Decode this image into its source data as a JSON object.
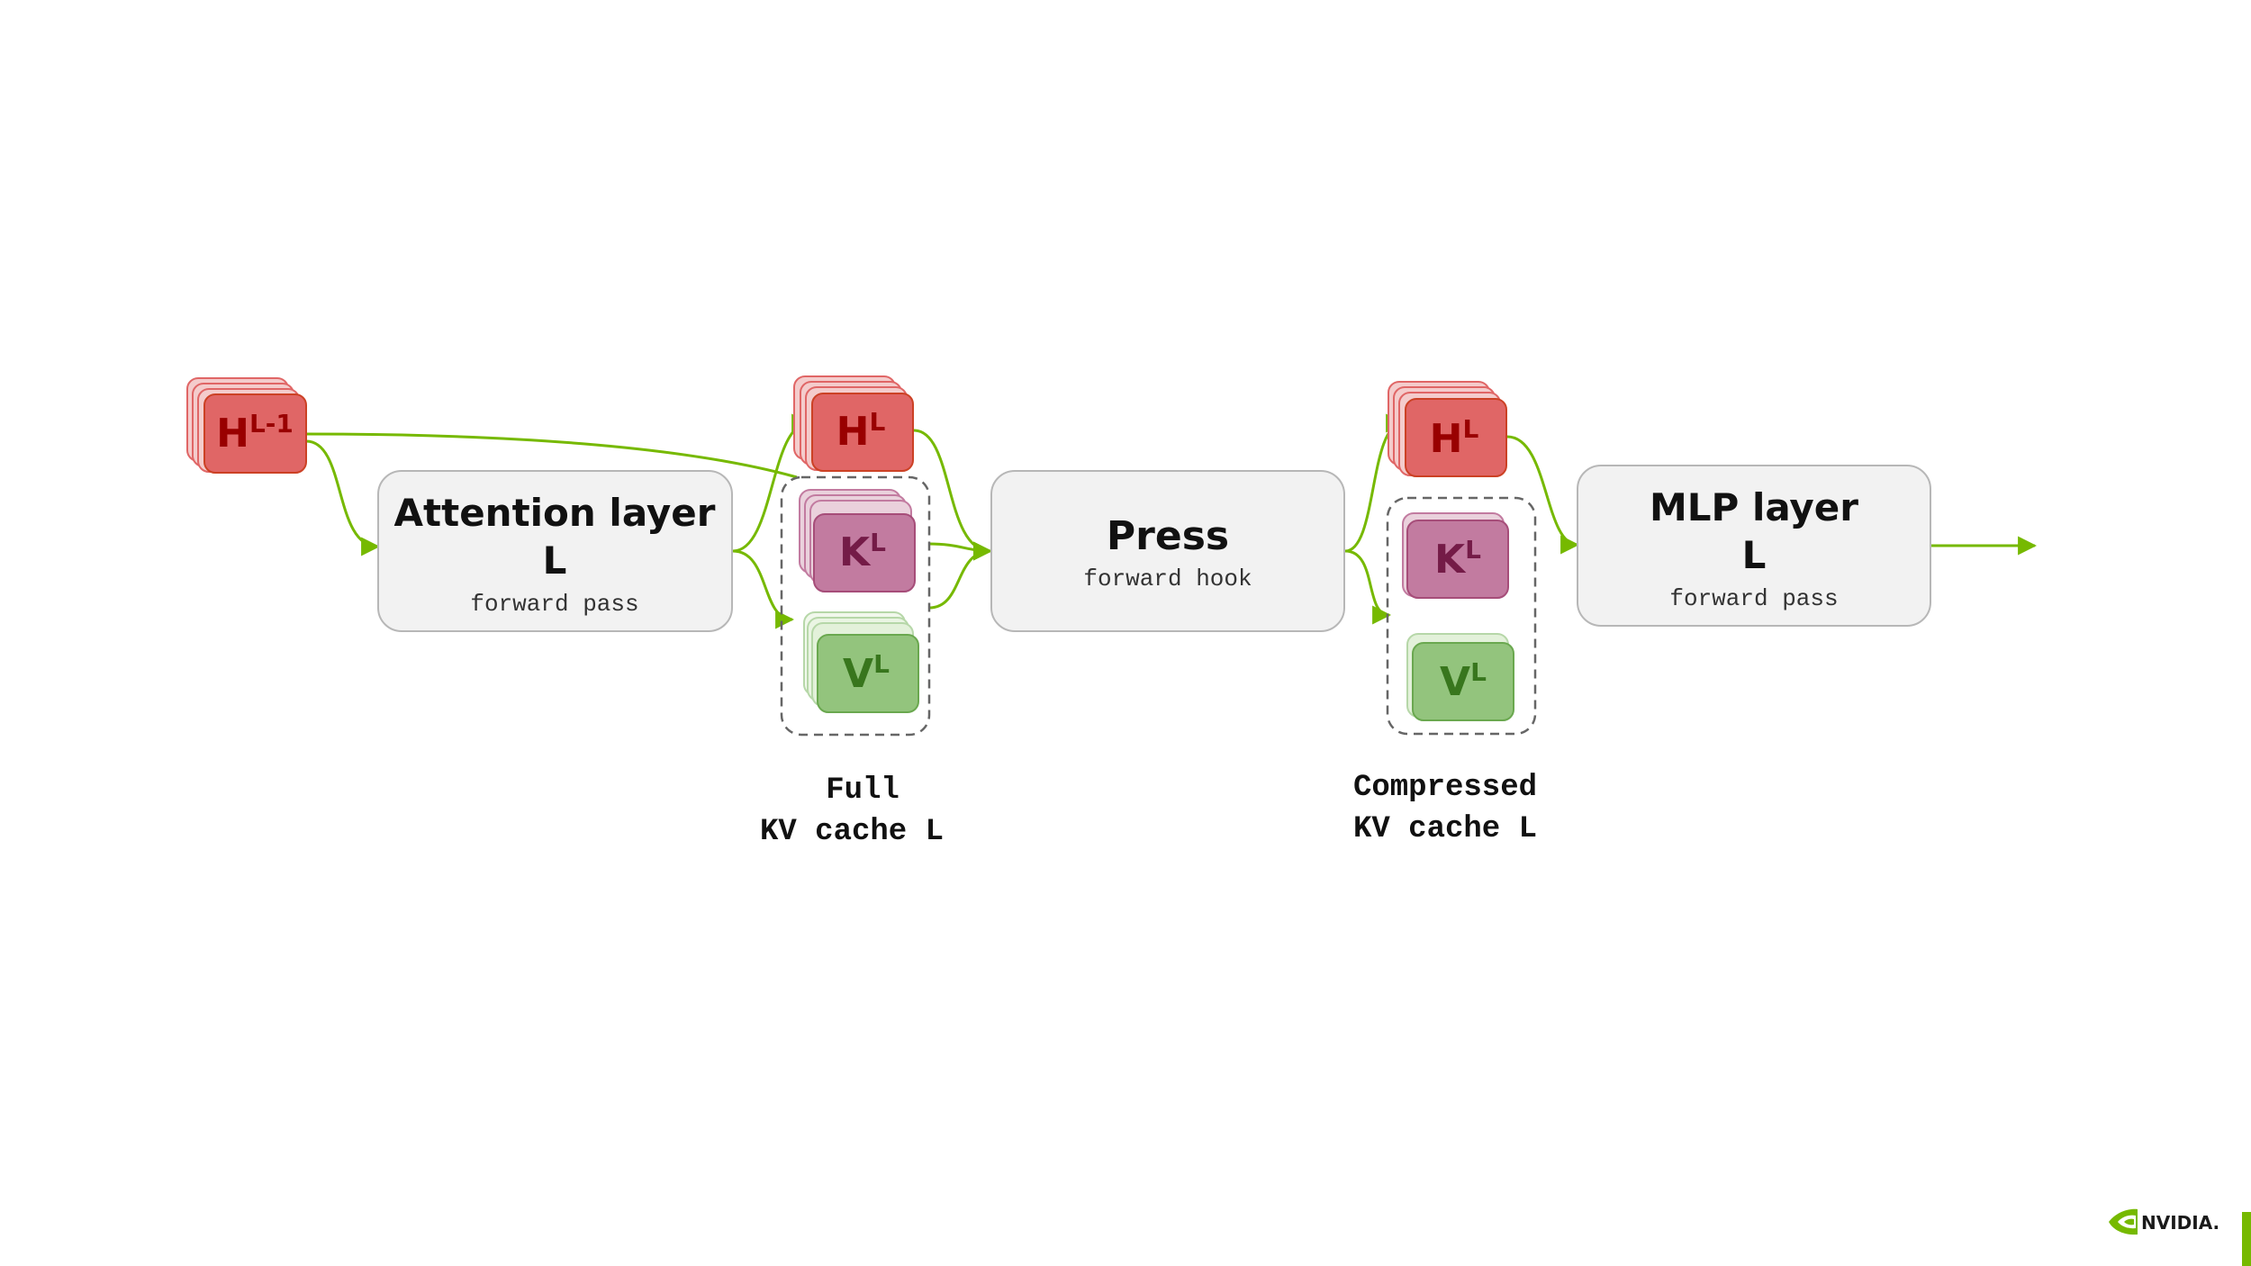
{
  "inputs": {
    "h_prev": {
      "main": "H",
      "sup": "L-1"
    }
  },
  "attention": {
    "title_line1": "Attention layer",
    "title_line2": "L",
    "subtitle": "forward pass"
  },
  "press": {
    "title": "Press",
    "subtitle": "forward hook"
  },
  "mlp": {
    "title_line1": "MLP layer",
    "title_line2": "L",
    "subtitle": "forward pass"
  },
  "full_cache": {
    "h": {
      "main": "H",
      "sup": "L"
    },
    "k": {
      "main": "K",
      "sup": "L"
    },
    "v": {
      "main": "V",
      "sup": "L"
    },
    "caption_line1": "Full",
    "caption_line2": "KV cache L"
  },
  "compressed_cache": {
    "h": {
      "main": "H",
      "sup": "L"
    },
    "k": {
      "main": "K",
      "sup": "L"
    },
    "v": {
      "main": "V",
      "sup": "L"
    },
    "caption_line1": "Compressed",
    "caption_line2": "KV cache L"
  },
  "brand": {
    "logo_text": "NVIDIA."
  },
  "colors": {
    "arrow": "#76b900",
    "h_fill": "#e06666",
    "h_text": "#990000",
    "k_fill": "#c27ba0",
    "k_text": "#741b47",
    "v_fill": "#93c47d",
    "v_text": "#38761d",
    "box_fill": "#f2f2f2",
    "box_stroke": "#b7b7b7"
  }
}
